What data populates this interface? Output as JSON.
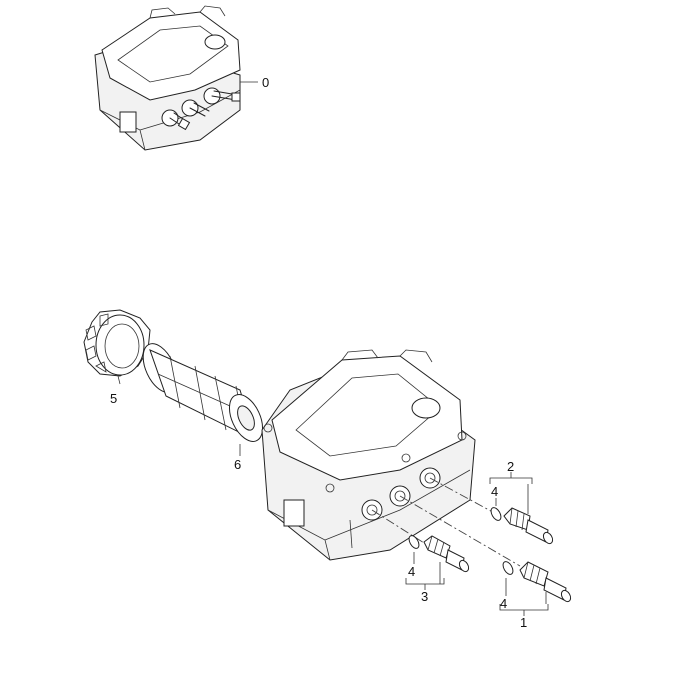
{
  "callouts": {
    "assembly": "0",
    "outlet_fitting_a": "1",
    "outlet_fitting_b": "2",
    "inlet_fitting": "3",
    "o_ring": "4",
    "filter_cap": "5",
    "filter_element": "6"
  }
}
